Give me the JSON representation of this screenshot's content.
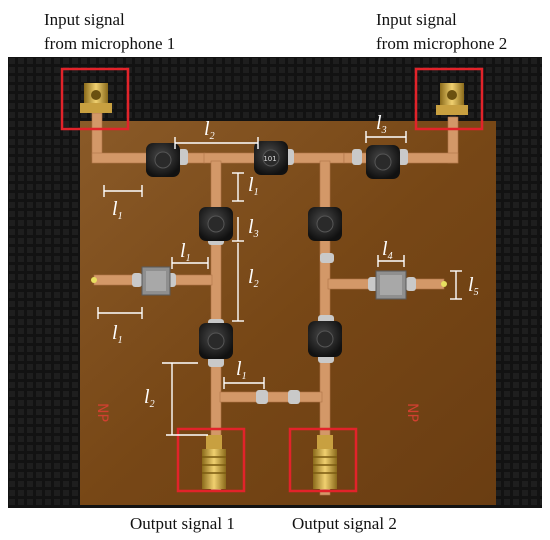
{
  "captions": {
    "input_1": [
      "Input signal",
      "from microphone 1"
    ],
    "input_2": [
      "Input signal",
      "from microphone 2"
    ],
    "output_1": "Output signal 1",
    "output_2": "Output signal 2"
  },
  "dimension_labels": {
    "l1": {
      "base": "l",
      "sub": "1"
    },
    "l2": {
      "base": "l",
      "sub": "2"
    },
    "l3": {
      "base": "l",
      "sub": "3"
    },
    "l4": {
      "base": "l",
      "sub": "4"
    },
    "l5": {
      "base": "l",
      "sub": "5"
    }
  },
  "component_marks": {
    "inductor_code": "101",
    "board_text": "NP"
  },
  "colors": {
    "highlight_box": "#e2232a",
    "board": "#7a4a1c",
    "copper": "#d79a6a",
    "background_mat": "#141414"
  }
}
